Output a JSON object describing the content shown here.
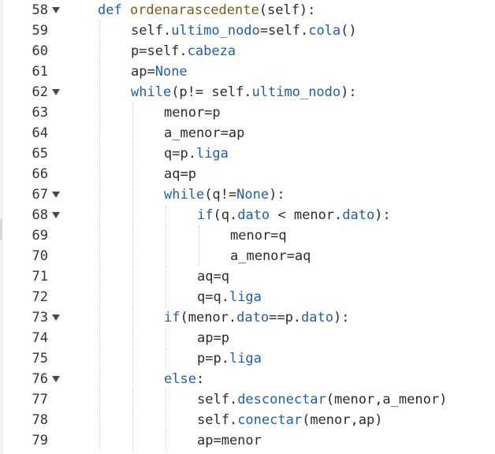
{
  "editor": {
    "lines": [
      {
        "number": "58",
        "folded": true,
        "indent": 1,
        "tokens": [
          {
            "t": "def ",
            "c": "kw"
          },
          {
            "t": "ordenarascedente",
            "c": "fn"
          },
          {
            "t": "(self):",
            "c": "plain"
          }
        ]
      },
      {
        "number": "59",
        "folded": false,
        "indent": 2,
        "tokens": [
          {
            "t": "self.",
            "c": "plain"
          },
          {
            "t": "ultimo_nodo",
            "c": "attr"
          },
          {
            "t": "=self.",
            "c": "plain"
          },
          {
            "t": "cola",
            "c": "attr"
          },
          {
            "t": "()",
            "c": "plain"
          }
        ]
      },
      {
        "number": "60",
        "folded": false,
        "indent": 2,
        "tokens": [
          {
            "t": "p=self.",
            "c": "plain"
          },
          {
            "t": "cabeza",
            "c": "attr"
          }
        ]
      },
      {
        "number": "61",
        "folded": false,
        "indent": 2,
        "tokens": [
          {
            "t": "ap=",
            "c": "plain"
          },
          {
            "t": "None",
            "c": "const"
          }
        ]
      },
      {
        "number": "62",
        "folded": true,
        "indent": 2,
        "tokens": [
          {
            "t": "while",
            "c": "kw"
          },
          {
            "t": "(p!= self.",
            "c": "plain"
          },
          {
            "t": "ultimo_nodo",
            "c": "attr"
          },
          {
            "t": "):",
            "c": "plain"
          }
        ]
      },
      {
        "number": "63",
        "folded": false,
        "indent": 3,
        "tokens": [
          {
            "t": "menor=p",
            "c": "plain"
          }
        ]
      },
      {
        "number": "64",
        "folded": false,
        "indent": 3,
        "tokens": [
          {
            "t": "a_menor=ap",
            "c": "plain"
          }
        ]
      },
      {
        "number": "65",
        "folded": false,
        "indent": 3,
        "tokens": [
          {
            "t": "q=p.",
            "c": "plain"
          },
          {
            "t": "liga",
            "c": "attr"
          }
        ]
      },
      {
        "number": "66",
        "folded": false,
        "indent": 3,
        "tokens": [
          {
            "t": "aq=p",
            "c": "plain"
          }
        ]
      },
      {
        "number": "67",
        "folded": true,
        "indent": 3,
        "tokens": [
          {
            "t": "while",
            "c": "kw"
          },
          {
            "t": "(q!=",
            "c": "plain"
          },
          {
            "t": "None",
            "c": "const"
          },
          {
            "t": "):",
            "c": "plain"
          }
        ]
      },
      {
        "number": "68",
        "folded": true,
        "indent": 4,
        "tokens": [
          {
            "t": "if",
            "c": "kw"
          },
          {
            "t": "(q.",
            "c": "plain"
          },
          {
            "t": "dato",
            "c": "attr"
          },
          {
            "t": " < menor.",
            "c": "plain"
          },
          {
            "t": "dato",
            "c": "attr"
          },
          {
            "t": "):",
            "c": "plain"
          }
        ]
      },
      {
        "number": "69",
        "folded": false,
        "indent": 5,
        "tokens": [
          {
            "t": "menor=q",
            "c": "plain"
          }
        ]
      },
      {
        "number": "70",
        "folded": false,
        "indent": 5,
        "tokens": [
          {
            "t": "a_menor=aq",
            "c": "plain"
          }
        ]
      },
      {
        "number": "71",
        "folded": false,
        "indent": 4,
        "tokens": [
          {
            "t": "aq=q",
            "c": "plain"
          }
        ]
      },
      {
        "number": "72",
        "folded": false,
        "indent": 4,
        "tokens": [
          {
            "t": "q=q.",
            "c": "plain"
          },
          {
            "t": "liga",
            "c": "attr"
          }
        ]
      },
      {
        "number": "73",
        "folded": true,
        "indent": 3,
        "tokens": [
          {
            "t": "if",
            "c": "kw"
          },
          {
            "t": "(menor.",
            "c": "plain"
          },
          {
            "t": "dato",
            "c": "attr"
          },
          {
            "t": "==p.",
            "c": "plain"
          },
          {
            "t": "dato",
            "c": "attr"
          },
          {
            "t": "):",
            "c": "plain"
          }
        ]
      },
      {
        "number": "74",
        "folded": false,
        "indent": 4,
        "tokens": [
          {
            "t": "ap=p",
            "c": "plain"
          }
        ]
      },
      {
        "number": "75",
        "folded": false,
        "indent": 4,
        "tokens": [
          {
            "t": "p=p.",
            "c": "plain"
          },
          {
            "t": "liga",
            "c": "attr"
          }
        ]
      },
      {
        "number": "76",
        "folded": true,
        "indent": 3,
        "tokens": [
          {
            "t": "else",
            "c": "kw"
          },
          {
            "t": ":",
            "c": "plain"
          }
        ]
      },
      {
        "number": "77",
        "folded": false,
        "indent": 4,
        "tokens": [
          {
            "t": "self.",
            "c": "plain"
          },
          {
            "t": "desconectar",
            "c": "attr"
          },
          {
            "t": "(menor,a_menor)",
            "c": "plain"
          }
        ]
      },
      {
        "number": "78",
        "folded": false,
        "indent": 4,
        "tokens": [
          {
            "t": "self.",
            "c": "plain"
          },
          {
            "t": "conectar",
            "c": "attr"
          },
          {
            "t": "(menor,ap)",
            "c": "plain"
          }
        ]
      },
      {
        "number": "79",
        "folded": false,
        "indent": 4,
        "tokens": [
          {
            "t": "ap=menor",
            "c": "plain"
          }
        ]
      }
    ],
    "colors": {
      "keyword": "#1f5fa8",
      "function_name": "#7c5a12",
      "text": "#2b2b2b",
      "line_number": "#333333",
      "indent_guide": "#cfcfcf"
    },
    "fold_icon": "chevron-down-icon"
  }
}
